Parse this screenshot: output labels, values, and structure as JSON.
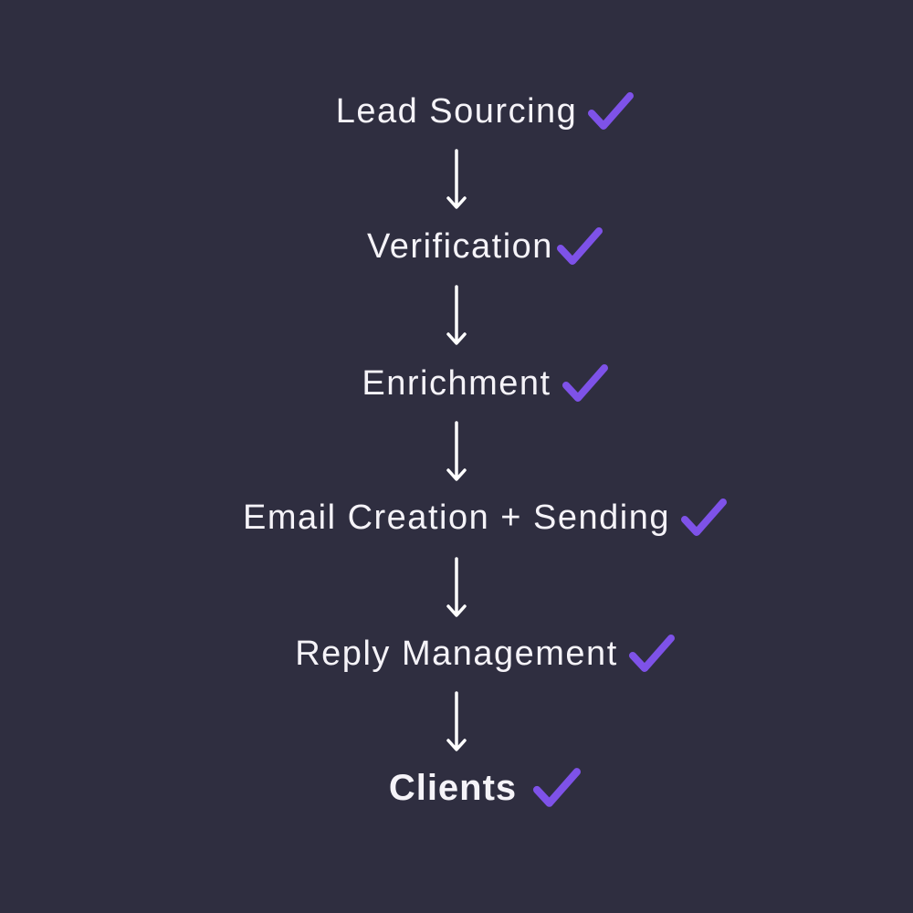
{
  "diagram": {
    "title": "outreach-pipeline-flow",
    "steps": [
      {
        "label": "Lead Sourcing",
        "checked": true,
        "emphasis": "normal"
      },
      {
        "label": "Verification",
        "checked": true,
        "emphasis": "normal"
      },
      {
        "label": "Enrichment",
        "checked": true,
        "emphasis": "normal"
      },
      {
        "label": "Email Creation + Sending",
        "checked": true,
        "emphasis": "normal"
      },
      {
        "label": "Reply Management",
        "checked": true,
        "emphasis": "normal"
      },
      {
        "label": "Clients",
        "checked": true,
        "emphasis": "bold"
      }
    ],
    "connector": "down-arrow"
  },
  "colors": {
    "background": "#2f2e40",
    "text": "#f5f3f8",
    "check_accent": "#7e52e8",
    "arrow": "#ffffff"
  }
}
